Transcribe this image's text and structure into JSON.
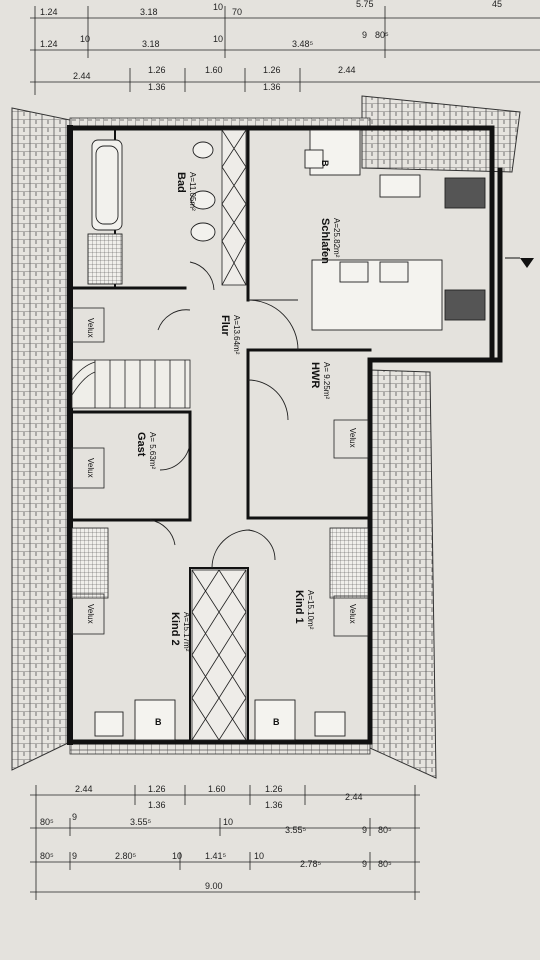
{
  "rooms": [
    {
      "id": "bad",
      "name": "Bad",
      "area": "A=11.05m²"
    },
    {
      "id": "schlafen",
      "name": "Schlafen",
      "area": "A=25.82m²"
    },
    {
      "id": "flur",
      "name": "Flur",
      "area": "A=13.64m²"
    },
    {
      "id": "hwr",
      "name": "HWR",
      "area": "A= 9.25m²"
    },
    {
      "id": "gast",
      "name": "Gast",
      "area": "A= 5.63m²"
    },
    {
      "id": "kind2",
      "name": "Kind 2",
      "area": "A=15.17m²"
    },
    {
      "id": "kind1",
      "name": "Kind 1",
      "area": "A=15.10m²"
    }
  ],
  "velux_label": "Velux",
  "bed_label": "B",
  "dimensions": {
    "top_row1": [
      "1.24",
      "3.18",
      "10",
      "70",
      "5.75",
      "45"
    ],
    "top_row2": [
      "1.24",
      "10",
      "3.18",
      "10",
      "3.48⁵",
      "9",
      "80⁵"
    ],
    "top_row3a": [
      "2.44",
      "1.26",
      "1.60",
      "1.26",
      "2.44"
    ],
    "top_row3b": [
      "1.36",
      "1.36"
    ],
    "bottom_row1a": [
      "2.44",
      "1.26",
      "1.60",
      "1.26",
      "2.44"
    ],
    "bottom_row1b": [
      "1.36",
      "1.36"
    ],
    "bottom_row2": [
      "80⁵",
      "9",
      "3.55⁵",
      "10",
      "3.55⁵",
      "9",
      "80⁵"
    ],
    "bottom_row3": [
      "80⁵",
      "9",
      "2.80⁵",
      "10",
      "1.41⁵",
      "10",
      "2.78⁵",
      "9",
      "80⁵"
    ],
    "total": "9.00"
  },
  "colors": {
    "paper": "#e4e2dd",
    "line": "#1a1a1a",
    "roof": "#555555"
  }
}
